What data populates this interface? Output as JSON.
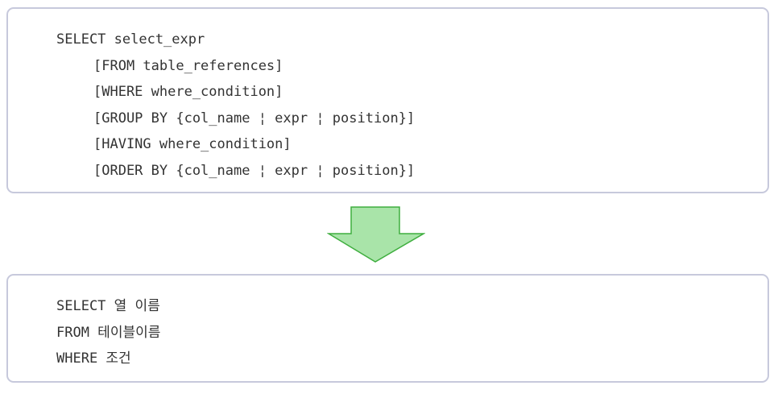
{
  "syntax_box": {
    "lines": [
      "SELECT select_expr",
      "[FROM table_references]",
      "[WHERE where_condition]",
      "[GROUP BY {col_name ¦ expr ¦ position}]",
      "[HAVING where_condition]",
      "[ORDER BY {col_name ¦ expr ¦ position}]"
    ]
  },
  "arrow": {
    "direction": "down",
    "fill_color": "#a9e4a9",
    "stroke_color": "#3fae3f"
  },
  "simplified_box": {
    "lines": [
      "SELECT 열 이름",
      "FROM 테이블이름",
      "WHERE 조건"
    ]
  },
  "colors": {
    "box_border": "#c7c9dc",
    "text": "#333333"
  }
}
